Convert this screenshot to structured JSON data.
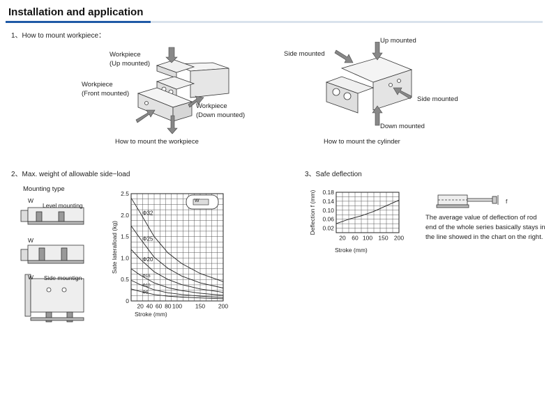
{
  "header": {
    "title": "Installation and application"
  },
  "section1": {
    "heading": "1、How to mount workpiece：",
    "left_labels": {
      "up1": "Workpiece",
      "up2": "(Up mounted)",
      "front1": "Workpiece",
      "front2": "(Front mounted)",
      "down1": "Workpiece",
      "down2": "(Down mounted)"
    },
    "left_caption": "How to mount the workpiece",
    "right_labels": {
      "up": "Up mounted",
      "side_left": "Side mounted",
      "side_right": "Side mounted",
      "down": "Down mounted"
    },
    "right_caption": "How to mount the cylinder"
  },
  "section2": {
    "heading": "2、Max. weight of allowable side−load",
    "mounting_type": "Mounting type",
    "level_mounting": "Level mounting",
    "side_mounting": "Side mountign",
    "w_label": "W",
    "chart_data": {
      "type": "line",
      "ylabel": "Sate lateralload  (kg)",
      "xlabel": "Stroke   (mm)",
      "x_ticks": [
        "20",
        "40",
        "60",
        "80",
        "100",
        "150",
        "200"
      ],
      "y_ticks": [
        "0",
        "0.5",
        "1.0",
        "1.5",
        "2.0",
        "2.5"
      ],
      "xlim": [
        0,
        200
      ],
      "ylim": [
        0,
        2.5
      ],
      "grid": true,
      "series": [
        {
          "name": "Φ32",
          "x": [
            0,
            20,
            50,
            80,
            110,
            150,
            200
          ],
          "y": [
            2.4,
            2.05,
            1.5,
            1.12,
            0.87,
            0.64,
            0.45
          ]
        },
        {
          "name": "Φ25",
          "x": [
            0,
            20,
            50,
            80,
            110,
            150,
            200
          ],
          "y": [
            1.75,
            1.45,
            1.02,
            0.76,
            0.58,
            0.42,
            0.3
          ]
        },
        {
          "name": "Φ20",
          "x": [
            0,
            20,
            50,
            80,
            110,
            150,
            200
          ],
          "y": [
            1.2,
            0.97,
            0.68,
            0.5,
            0.38,
            0.28,
            0.2
          ]
        },
        {
          "name": "Φ16",
          "x": [
            0,
            20,
            50,
            80,
            110,
            150,
            200
          ],
          "y": [
            0.75,
            0.6,
            0.42,
            0.31,
            0.24,
            0.18,
            0.13
          ]
        },
        {
          "name": "Φ10",
          "x": [
            0,
            20,
            50,
            80,
            110,
            150,
            200
          ],
          "y": [
            0.48,
            0.38,
            0.26,
            0.19,
            0.15,
            0.11,
            0.08
          ]
        },
        {
          "name": "Φ6",
          "x": [
            0,
            20,
            50,
            80,
            110,
            150,
            200
          ],
          "y": [
            0.28,
            0.22,
            0.15,
            0.11,
            0.09,
            0.07,
            0.05
          ]
        }
      ]
    }
  },
  "section3": {
    "heading": "3、Safe deflection",
    "f_label": "f",
    "description": "The average value of deflection of rod end of the whole series basically stays in the line showed in the chart on the right.",
    "chart_data": {
      "type": "line",
      "ylabel": "Deflection  f  (mm)",
      "xlabel": "Stroke  (mm)",
      "x_ticks": [
        "20",
        "60",
        "100",
        "150",
        "200"
      ],
      "y_ticks": [
        "0.02",
        "0.06",
        "0.10",
        "0.14",
        "0.18"
      ],
      "xlim": [
        0,
        200
      ],
      "ylim": [
        0,
        0.18
      ],
      "grid": true,
      "series": [
        {
          "x": [
            0,
            40,
            80,
            120,
            160,
            200
          ],
          "y": [
            0.04,
            0.06,
            0.075,
            0.095,
            0.12,
            0.145
          ]
        }
      ]
    }
  }
}
